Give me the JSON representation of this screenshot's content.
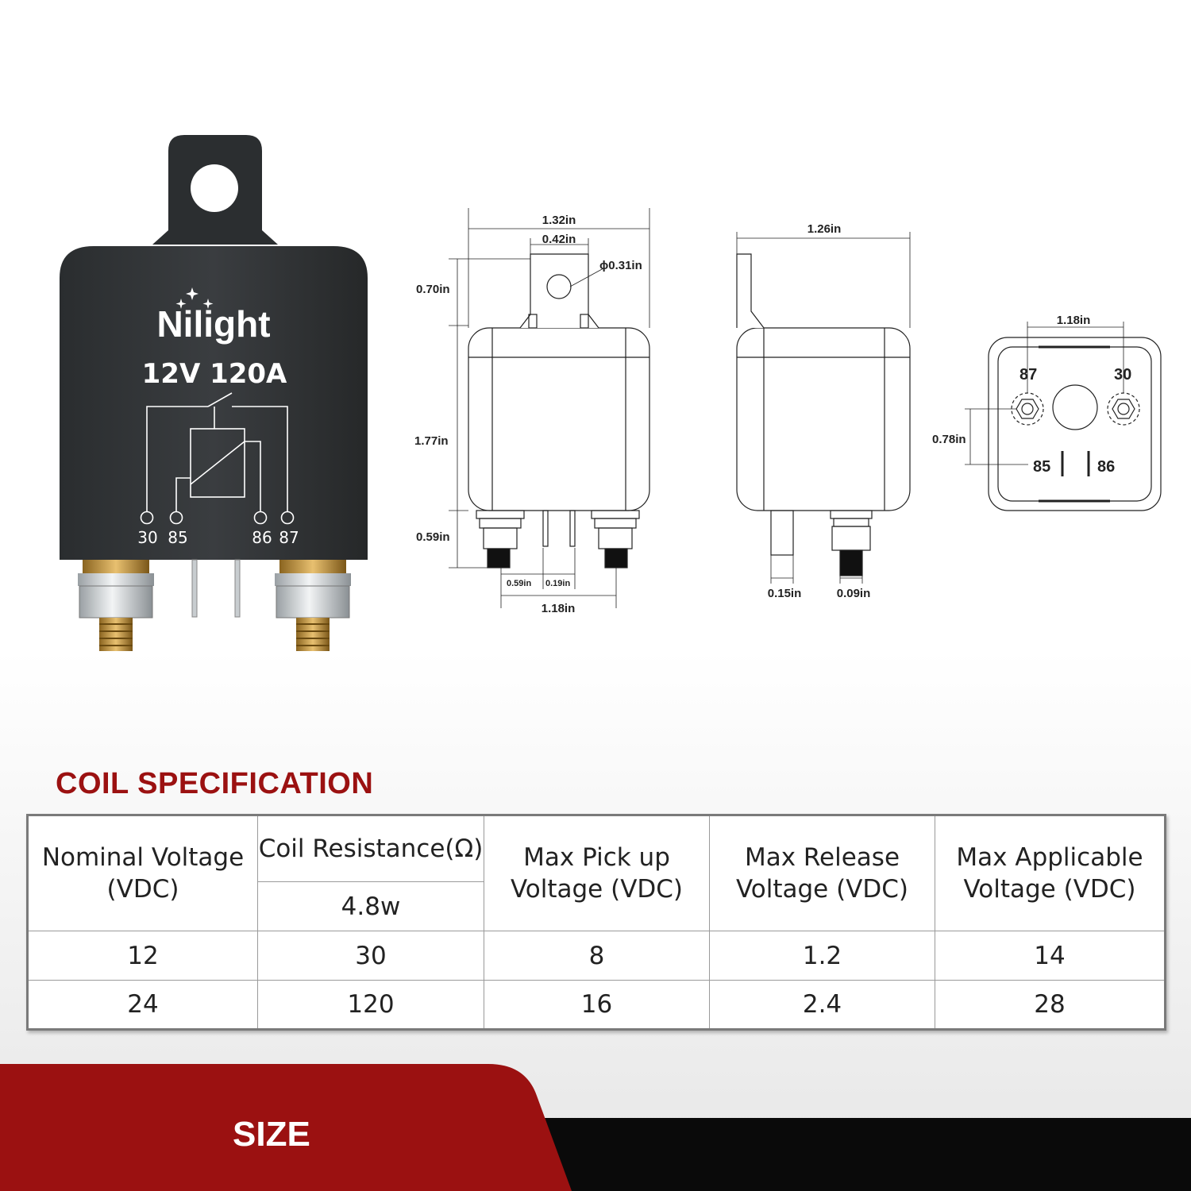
{
  "brand": "Nilight",
  "rating": "12V 120A",
  "terminal_labels": [
    "30",
    "85",
    "86",
    "87"
  ],
  "dimensions": {
    "front_total_width": "1.32in",
    "tab_width": "0.42in",
    "hole_diameter": "ϕ0.31in",
    "tab_height": "0.70in",
    "body_height": "1.77in",
    "terminal_height": "0.59in",
    "pin_offset": "0.59in",
    "pin_gap": "0.19in",
    "terminal_spacing": "1.18in",
    "side_width": "1.26in",
    "pin_thickness": "0.15in",
    "stud_size": "0.09in",
    "bottom_terminal_spacing": "1.18in",
    "bottom_vertical_spacing": "0.78in"
  },
  "bottom_pins": [
    "87",
    "30",
    "85",
    "86"
  ],
  "spec": {
    "title": "COIL SPECIFICATION",
    "headers": {
      "nominal": [
        "Nominal Voltage",
        "(VDC)"
      ],
      "resistance": "Coil Resistance(Ω)",
      "power": "4.8w",
      "pickup": [
        "Max Pick up",
        "Voltage (VDC)"
      ],
      "release": [
        "Max Release",
        "Voltage (VDC)"
      ],
      "applicable": [
        "Max Applicable",
        "Voltage (VDC)"
      ]
    },
    "rows": [
      [
        "12",
        "30",
        "8",
        "1.2",
        "14"
      ],
      [
        "24",
        "120",
        "16",
        "2.4",
        "28"
      ]
    ]
  },
  "footer_label": "SIZE",
  "colors": {
    "accent": "#9b1111",
    "relay_body": "#2e3133",
    "footer_dark": "#0a0a0a"
  }
}
